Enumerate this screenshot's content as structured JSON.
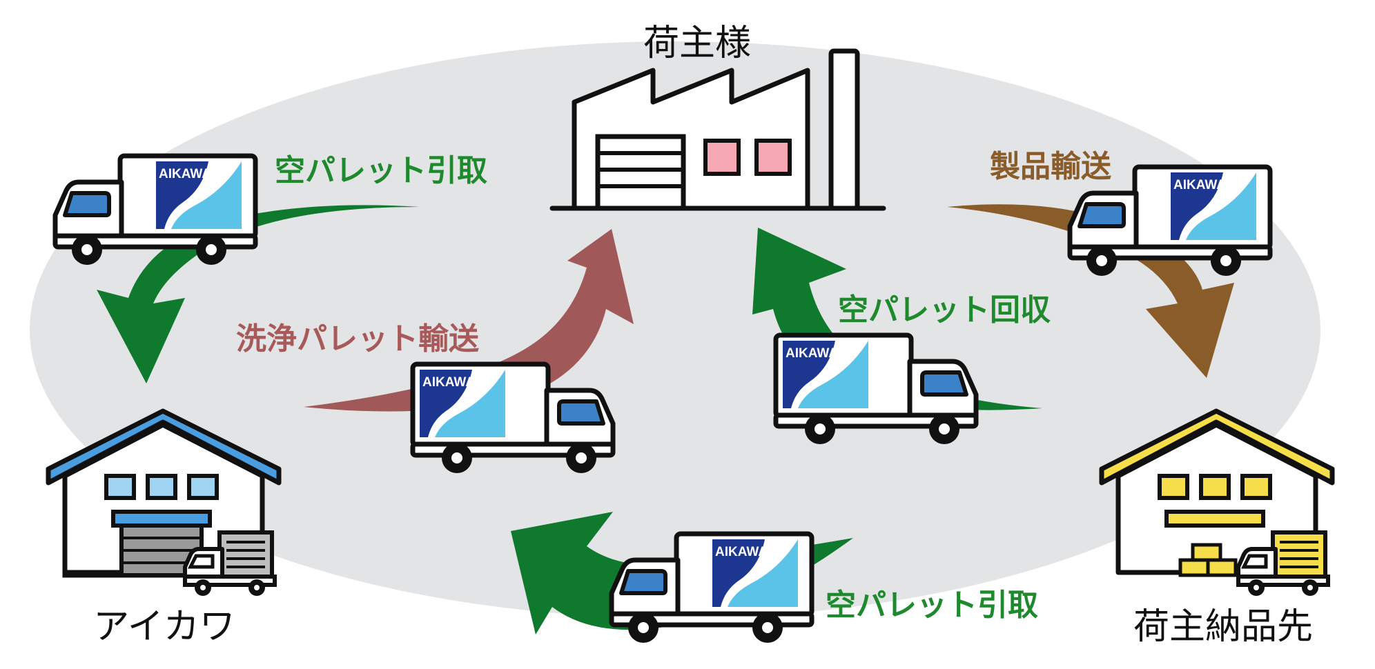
{
  "nodes": {
    "shipper": "荷主様",
    "aikawa": "アイカワ",
    "delivery": "荷主納品先"
  },
  "flows": {
    "empty_pickup_top": "空パレット引取",
    "product_transport": "製品輸送",
    "empty_collection": "空パレット回収",
    "clean_transport": "洗浄パレット輸送",
    "empty_pickup_bottom": "空パレット引取"
  },
  "truck_logo": "AIKAWA",
  "colors": {
    "background_ellipse": "#e3e4e5",
    "green_arrow": "#0f7a2e",
    "green_text": "#1f8a2d",
    "red_arrow": "#a15858",
    "red_text": "#a85a5a",
    "brown_arrow": "#8a5c2a",
    "brown_text": "#8a5c2a",
    "logo_navy": "#1d3790",
    "logo_cyan": "#5bc3e8",
    "aikawa_roof": "#4a9ee0",
    "delivery_roof": "#f5de4a",
    "factory_window": "#f7a8b5"
  }
}
